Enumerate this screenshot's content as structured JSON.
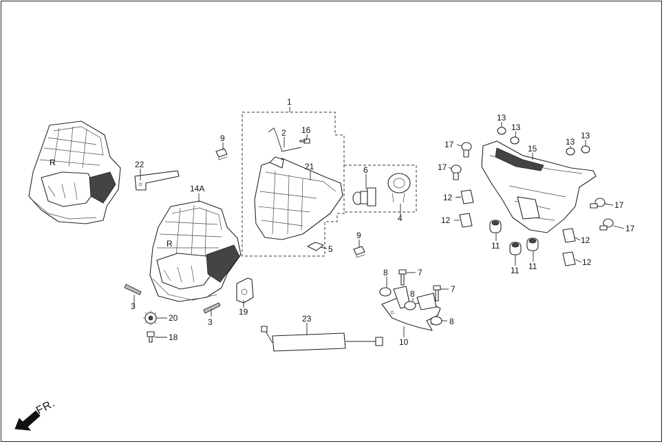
{
  "callouts": {
    "c1": "1",
    "c2": "2",
    "c3a": "3",
    "c3b": "3",
    "c4": "4",
    "c5": "5",
    "c6": "6",
    "c7a": "7",
    "c7b": "7",
    "c8a": "8",
    "c8b": "8",
    "c8c": "8",
    "c9a": "9",
    "c9b": "9",
    "c10": "10",
    "c11a": "11",
    "c11b": "11",
    "c11c": "11",
    "c12a": "12",
    "c12b": "12",
    "c12c": "12",
    "c12d": "12",
    "c13a": "13",
    "c13b": "13",
    "c13c": "13",
    "c13d": "13",
    "c14a": "14A",
    "c15": "15",
    "c16": "16",
    "c17a": "17",
    "c17b": "17",
    "c17c": "17",
    "c17d": "17",
    "c18": "18",
    "c19": "19",
    "c20": "20",
    "c21": "21",
    "c22": "22",
    "c23": "23"
  },
  "direction": {
    "label": "FR."
  },
  "colors": {
    "line": "#222222",
    "background": "#ffffff"
  }
}
